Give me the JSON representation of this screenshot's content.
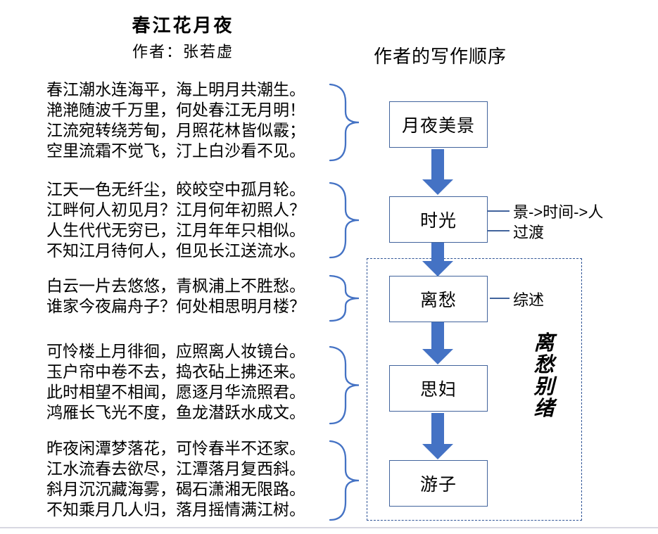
{
  "poem": {
    "title": "春江花月夜",
    "author": "作者：张若虚",
    "stanzas": [
      [
        "春江潮水连海平，海上明月共潮生。",
        "滟滟随波千万里，何处春江无月明！",
        "江流宛转绕芳甸，月照花林皆似霰；",
        "空里流霜不觉飞，汀上白沙看不见。"
      ],
      [
        "江天一色无纤尘，皎皎空中孤月轮。",
        "江畔何人初见月？江月何年初照人？",
        "人生代代无穷已，江月年年只相似。",
        "不知江月待何人，但见长江送流水。"
      ],
      [
        "白云一片去悠悠，青枫浦上不胜愁。",
        "谁家今夜扁舟子？何处相思明月楼？"
      ],
      [
        "可怜楼上月徘徊，应照离人妆镜台。",
        "玉户帘中卷不去，捣衣砧上拂还来。",
        "此时相望不相闻，愿逐月华流照君。",
        "鸿雁长飞光不度，鱼龙潜跃水成文。"
      ],
      [
        "昨夜闲潭梦落花，可怜春半不还家。",
        "江水流春去欲尽，江潭落月复西斜。",
        "斜月沉沉藏海雾，碣石潇湘无限路。",
        "不知乘月几人归，落月摇情满江树。"
      ]
    ]
  },
  "flowchart": {
    "heading": "作者的写作顺序",
    "nodes": [
      {
        "label": "月夜美景"
      },
      {
        "label": "时光",
        "notes": [
          "景->时间->人",
          "过渡"
        ]
      },
      {
        "label": "离愁",
        "notes": [
          "综述"
        ]
      },
      {
        "label": "思妇"
      },
      {
        "label": "游子"
      }
    ],
    "group_label": "离愁别绪"
  },
  "colors": {
    "accent": "#4472C4",
    "box-border": "#41639C",
    "dash-border": "#2F5496",
    "divider": "#D8D8E2"
  }
}
